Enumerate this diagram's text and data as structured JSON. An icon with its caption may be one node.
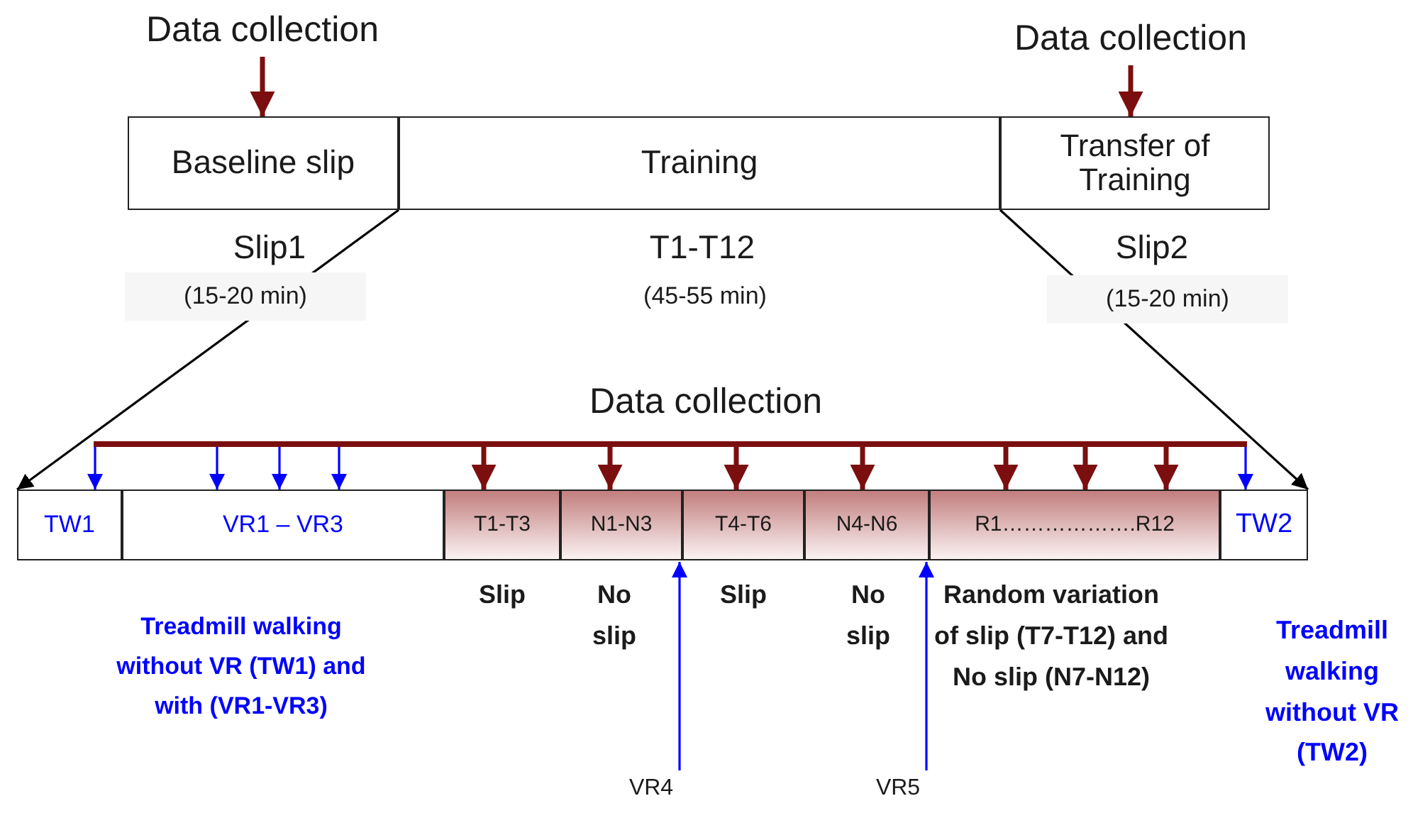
{
  "diagram": {
    "nodes": [
      {
        "text": [
          "Data collection"
        ]
      },
      {
        "text": [
          "Data collection"
        ]
      },
      {
        "text": [
          "Baseline slip"
        ],
        "beside": [
          "Slip1",
          "(15-20 min)"
        ]
      },
      {
        "text": [
          "Training"
        ],
        "beside": [
          "T1-T12",
          "(45-55 min)"
        ]
      },
      {
        "text": [
          "Transfer of Training"
        ],
        "beside": [
          "Slip2",
          "(15-20 min)"
        ]
      },
      {
        "text": [],
        "shape": "bar"
      },
      {
        "text": [
          "TW1"
        ]
      },
      {
        "text": [
          "VR1 – VR3"
        ]
      },
      {
        "text": [
          "T1-T3"
        ],
        "beside": [
          "Slip"
        ]
      },
      {
        "text": [
          "N1-N3"
        ],
        "beside": [
          "No slip"
        ]
      },
      {
        "text": [
          "T4-T6"
        ],
        "beside": [
          "Slip"
        ]
      },
      {
        "text": [
          "N4-N6"
        ],
        "beside": [
          "No slip"
        ]
      },
      {
        "text": [
          "R1……………….R12"
        ],
        "beside": [
          "Random variation of slip (T7-T12) and No slip (N7-N12)"
        ]
      },
      {
        "text": [
          "TW2"
        ],
        "beside": [
          "Treadmill walking without VR (TW2)"
        ]
      },
      {
        "text": [
          "VR4"
        ]
      },
      {
        "text": [
          "VR5"
        ]
      }
    ],
    "edges": [
      {
        "from": 0,
        "to": 2,
        "arrow": "to",
        "style": "thick"
      },
      {
        "from": 1,
        "to": 4,
        "arrow": "to",
        "style": "thick"
      },
      {
        "from": 3,
        "to": 6,
        "arrow": "to",
        "color": "#000000"
      },
      {
        "from": 3,
        "to": 13,
        "arrow": "to",
        "color": "#000000"
      },
      {
        "from": 5,
        "to": 6,
        "arrow": "to",
        "color": "#0000ff"
      },
      {
        "from": 5,
        "to": 7,
        "arrow": "to",
        "color": "#0000ff"
      },
      {
        "from": 5,
        "to": 7,
        "arrow": "to",
        "color": "#0000ff"
      },
      {
        "from": 5,
        "to": 7,
        "arrow": "to",
        "color": "#0000ff"
      },
      {
        "from": 5,
        "to": 8,
        "arrow": "to",
        "style": "thick"
      },
      {
        "from": 5,
        "to": 9,
        "arrow": "to",
        "style": "thick"
      },
      {
        "from": 5,
        "to": 10,
        "arrow": "to",
        "style": "thick"
      },
      {
        "from": 5,
        "to": 11,
        "arrow": "to",
        "style": "thick"
      },
      {
        "from": 5,
        "to": 12,
        "arrow": "to",
        "style": "thick"
      },
      {
        "from": 5,
        "to": 12,
        "arrow": "to",
        "style": "thick"
      },
      {
        "from": 5,
        "to": 12,
        "arrow": "to",
        "style": "thick"
      },
      {
        "from": 5,
        "to": 13,
        "arrow": "to",
        "color": "#0000ff"
      },
      {
        "from": 14,
        "to": 9,
        "arrow": "to",
        "color": "#0000ff"
      },
      {
        "from": 15,
        "to": 11,
        "arrow": "to",
        "color": "#0000ff"
      }
    ],
    "labels": [
      "Data collection",
      "Treadmill walking without VR (TW1) and with (VR1-VR3)"
    ]
  }
}
